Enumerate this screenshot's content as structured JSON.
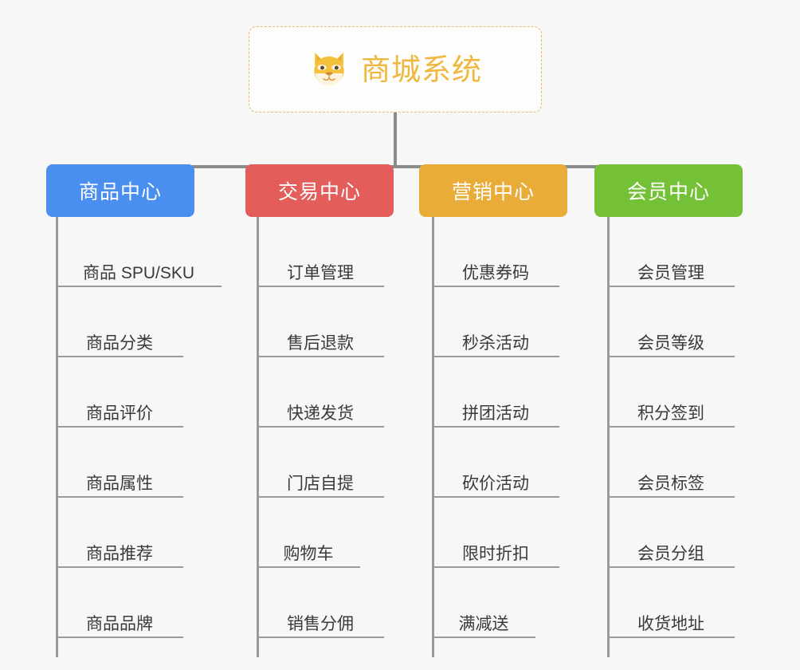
{
  "background_color": "#f7f7f7",
  "root": {
    "title": "商城系统",
    "icon": "shiba-dog-face-icon",
    "border_color": "#e8b96a",
    "text_color": "#f0b73e"
  },
  "line_color": "#8c8c8c",
  "branches": [
    {
      "label": "商品中心",
      "color": "#4a8ef0",
      "items": [
        "商品 SPU/SKU",
        "商品分类",
        "商品评价",
        "商品属性",
        "商品推荐",
        "商品品牌"
      ]
    },
    {
      "label": "交易中心",
      "color": "#e35d5b",
      "items": [
        "订单管理",
        "售后退款",
        "快递发货",
        "门店自提",
        "购物车",
        "销售分佣"
      ]
    },
    {
      "label": "营销中心",
      "color": "#eaac38",
      "items": [
        "优惠券码",
        "秒杀活动",
        "拼团活动",
        "砍价活动",
        "限时折扣",
        "满减送"
      ]
    },
    {
      "label": "会员中心",
      "color": "#74c137",
      "items": [
        "会员管理",
        "会员等级",
        "积分签到",
        "会员标签",
        "会员分组",
        "收货地址"
      ]
    }
  ]
}
